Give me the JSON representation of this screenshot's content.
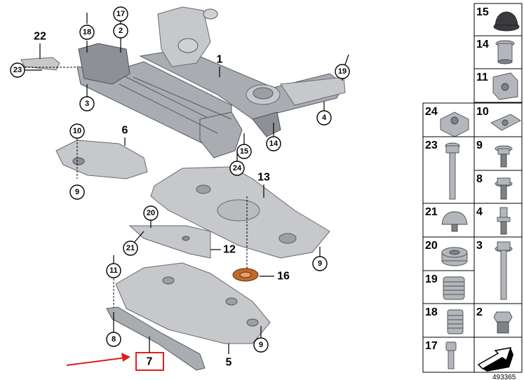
{
  "diagram": {
    "drawing_number": "493365",
    "highlighted_part": "7",
    "callouts": {
      "c18": "18",
      "c17": "17",
      "c2": "2",
      "c23": "23",
      "c3": "3",
      "c19": "19",
      "c4": "4",
      "c10": "10",
      "c9a": "9",
      "c14": "14",
      "c15": "15",
      "c24": "24",
      "c20": "20",
      "c21": "21",
      "c9b": "9",
      "c11": "11",
      "c8": "8",
      "c9c": "9"
    },
    "labels": {
      "l22": "22",
      "l1": "1",
      "l6": "6",
      "l13": "13",
      "l12": "12",
      "l16": "16",
      "l7": "7",
      "l5": "5"
    },
    "parts_table": [
      {
        "num": "15"
      },
      {
        "num": "14"
      },
      {
        "num": "11"
      },
      {
        "num": "24"
      },
      {
        "num": "10"
      },
      {
        "num": "23"
      },
      {
        "num": "9"
      },
      {
        "num": "8"
      },
      {
        "num": "21"
      },
      {
        "num": "4"
      },
      {
        "num": "20"
      },
      {
        "num": "3"
      },
      {
        "num": "19"
      },
      {
        "num": "18"
      },
      {
        "num": "2"
      },
      {
        "num": "17"
      }
    ],
    "colors": {
      "highlight_box": "#e0201f",
      "arrow": "#d6201e",
      "metal": "#a9acb1"
    }
  }
}
